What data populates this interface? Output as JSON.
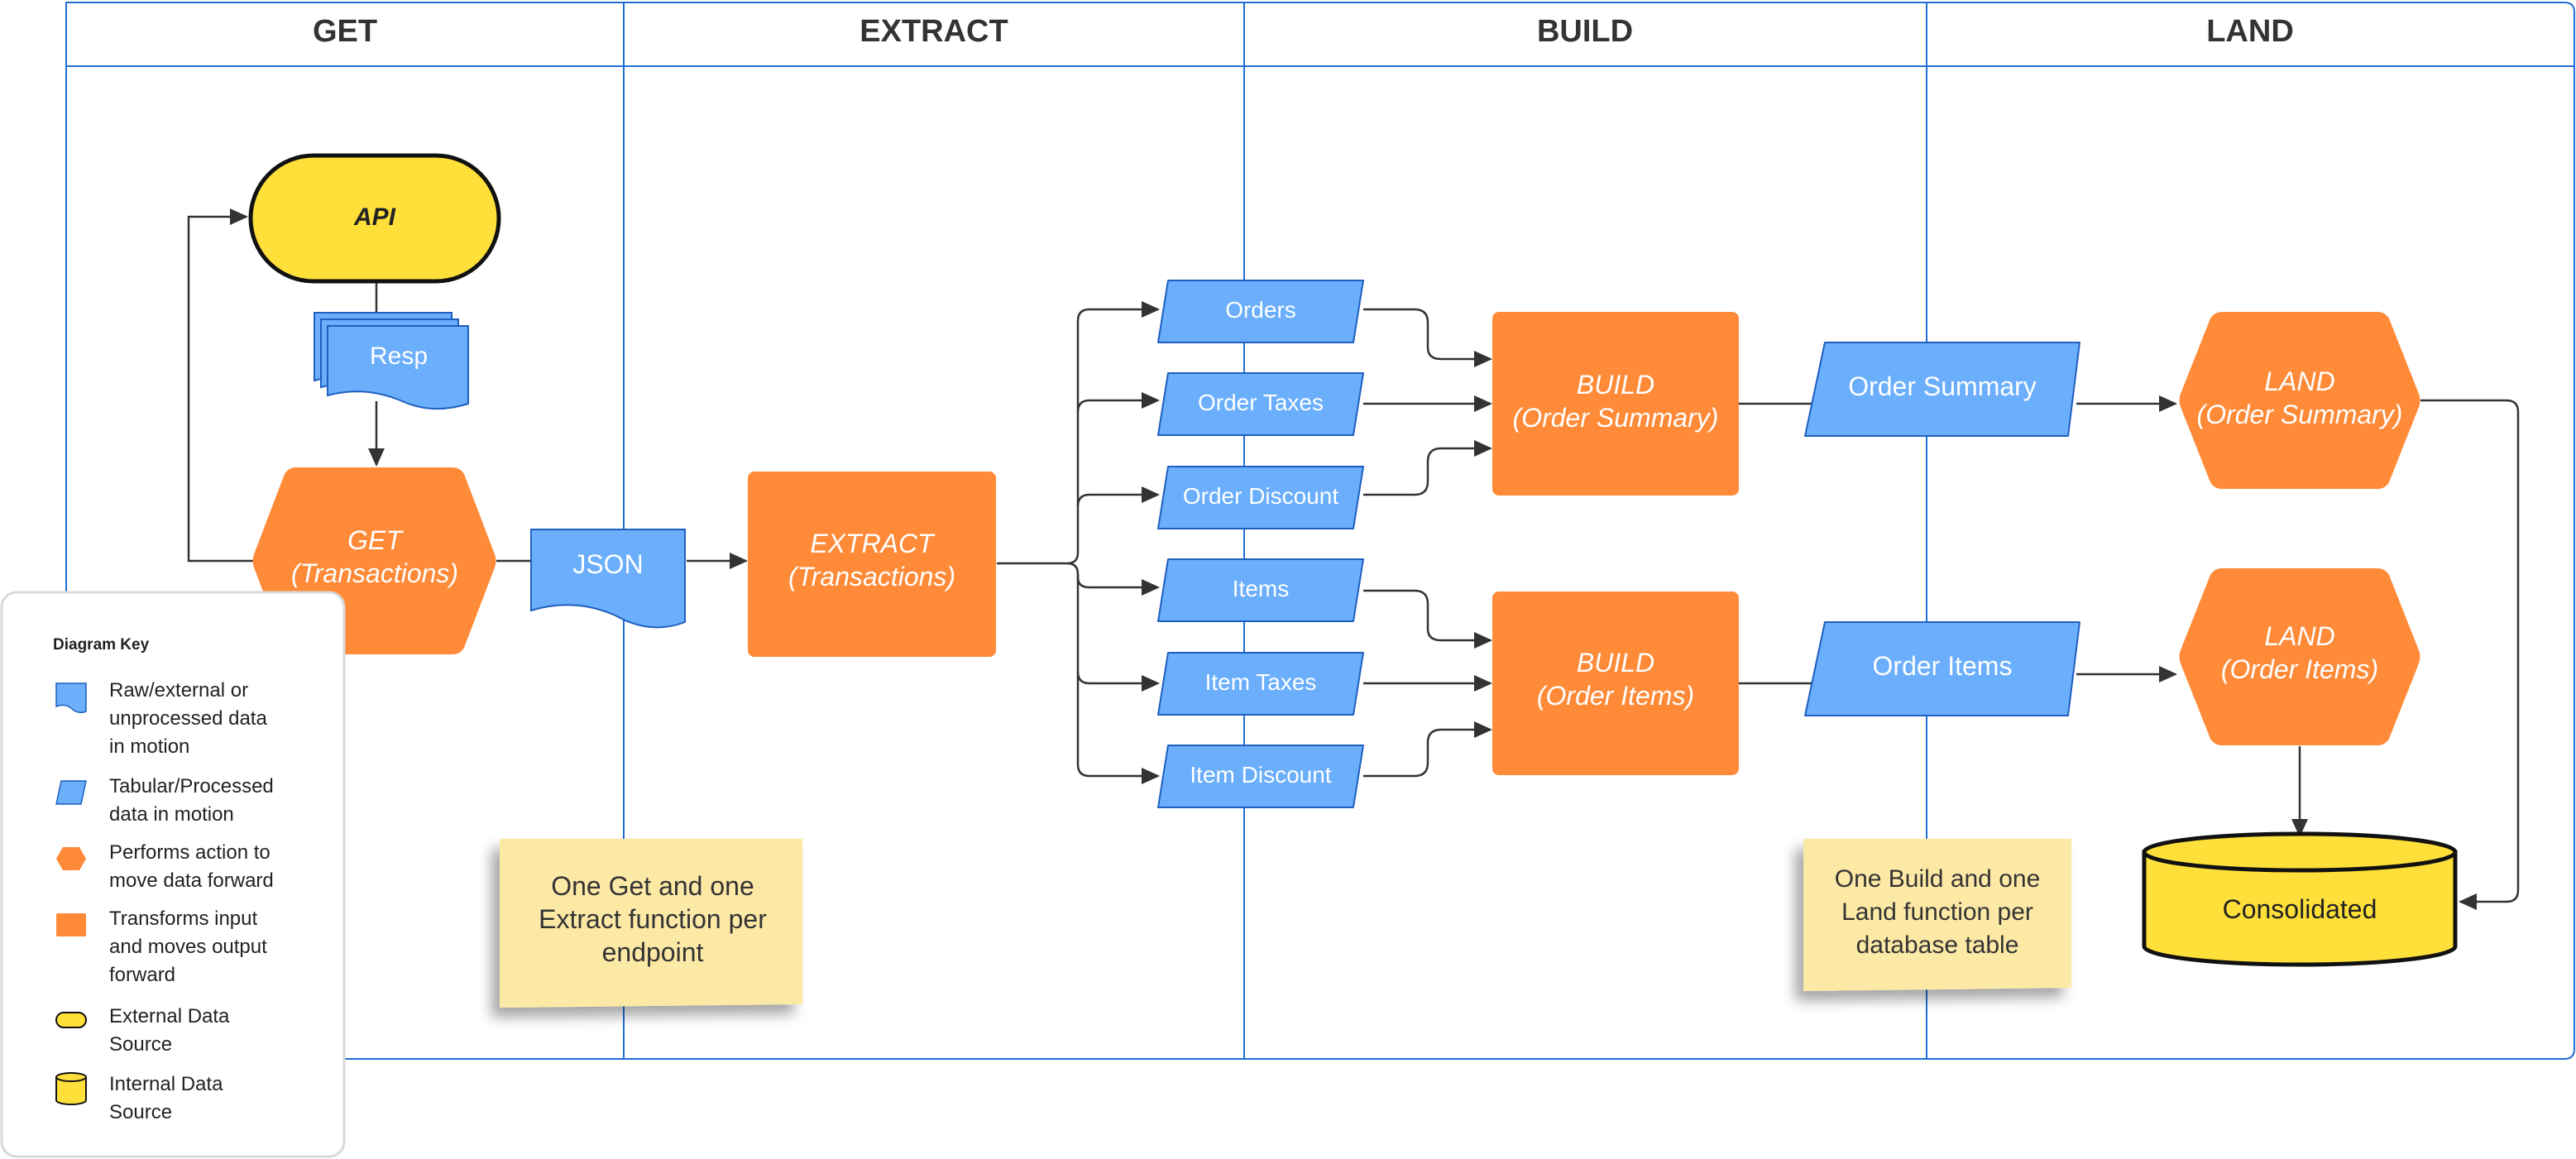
{
  "lanes": {
    "get": "GET",
    "extract": "EXTRACT",
    "build": "BUILD",
    "land": "LAND"
  },
  "nodes": {
    "api": "API",
    "resp": "Resp",
    "get_fn_name": "GET",
    "get_fn_sub": "(Transactions)",
    "json": "JSON",
    "extract_fn_name": "EXTRACT",
    "extract_fn_sub": "(Transactions)",
    "tables": [
      "Orders",
      "Order Taxes",
      "Order Discount",
      "Items",
      "Item Taxes",
      "Item Discount"
    ],
    "build_summary_name": "BUILD",
    "build_summary_sub": "(Order Summary)",
    "build_items_name": "BUILD",
    "build_items_sub": "(Order Items)",
    "order_summary": "Order Summary",
    "order_items": "Order Items",
    "land_summary_name": "LAND",
    "land_summary_sub": "(Order Summary)",
    "land_items_name": "LAND",
    "land_items_sub": "(Order Items)",
    "consolidated": "Consolidated"
  },
  "notes": {
    "get_extract": [
      "One Get and one",
      "Extract function per",
      "endpoint"
    ],
    "build_land": [
      "One Build and one",
      "Land function per",
      "database table"
    ]
  },
  "key": {
    "title": "Diagram Key",
    "raw": [
      "Raw/external or",
      "unprocessed data",
      "in motion"
    ],
    "tabular": [
      "Tabular/Processed",
      "data in motion"
    ],
    "action": [
      "Performs action to",
      "move data forward"
    ],
    "transform": [
      "Transforms input",
      "and moves output",
      "forward"
    ],
    "external": [
      "External Data",
      "Source"
    ],
    "internal": [
      "Internal Data",
      "Source"
    ]
  },
  "colors": {
    "lane_border": "#1f6fd6",
    "blue_shape": "#6aaefc",
    "orange_shape": "#ff8a38",
    "yellow_shape": "#ffe03a",
    "sticky_note": "#fde9a6",
    "connector": "#333333",
    "text_dark": "#222222",
    "text_light": "#ffffff"
  }
}
